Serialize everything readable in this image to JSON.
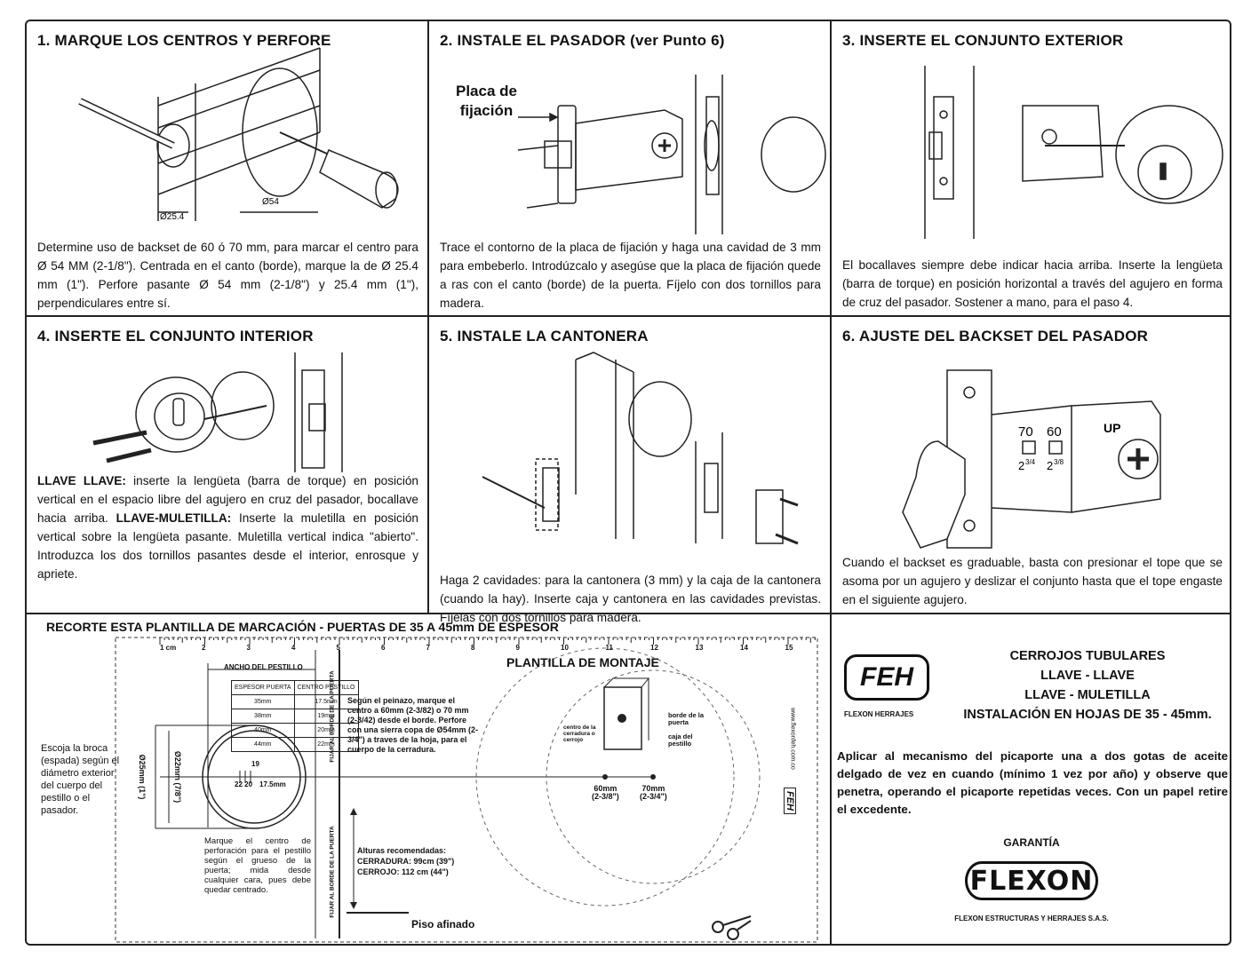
{
  "steps": [
    {
      "title": "1. MARQUE LOS CENTROS Y PERFORE",
      "text": "Determine uso de backset de 60 ó 70 mm, para marcar el centro para Ø 54 MM (2-1/8\"). Centrada en el canto (borde), marque la de Ø 25.4 mm (1\"). Perfore pasante Ø 54 mm (2-1/8\") y 25.4 mm (1\"), perpendiculares entre sí.",
      "dim_small": "Ø25.4",
      "dim_large": "Ø54"
    },
    {
      "title": "2. INSTALE EL PASADOR (ver Punto 6)",
      "text": "Trace el contorno de la placa de fijación y haga una cavidad de 3 mm para embeberlo. Introdúzcalo y asegúse que la placa de fijación quede a ras con el canto (borde) de la puerta. Fíjelo con dos tornillos para madera.",
      "callout_line1": "Placa de",
      "callout_line2": "fijación"
    },
    {
      "title": "3. INSERTE EL CONJUNTO EXTERIOR",
      "text": "El bocallaves siempre debe indicar hacia arriba. Inserte la lengüeta (barra de torque) en posición horizontal a través del agujero en forma de cruz del pasador. Sostener a mano, para el paso 4."
    },
    {
      "title": "4. INSERTE EL CONJUNTO INTERIOR",
      "text_lead1": "LLAVE LLAVE:",
      "text_part1": " inserte la lengüeta (barra de torque) en posición vertical en el espacio libre del agujero en cruz del pasador, bocallave hacia arriba. ",
      "text_lead2": "LLAVE-MULETILLA:",
      "text_part2": " Inserte la muletilla en posición vertical sobre la lengüeta pasante. Muletilla vertical indica \"abierto\". Introduzca los dos tornillos pasantes desde el interior, enrosque y apriete."
    },
    {
      "title": "5. INSTALE LA CANTONERA",
      "text": "Haga 2 cavidades: para la cantonera (3 mm) y la caja de la cantonera (cuando la hay). Inserte caja y cantonera en las cavidades previstas. Fíjelas con dos tornillos para madera."
    },
    {
      "title": "6. AJUSTE DEL BACKSET DEL PASADOR",
      "text": "Cuando el backset es graduable, basta con presionar el tope que se asoma por un agujero y deslizar el conjunto hasta que el tope engaste en el siguiente agujero.",
      "up_label": "UP",
      "n70": "70",
      "n60": "60",
      "f1": "2",
      "f1s": "3/4",
      "f2": "2",
      "f2s": "3/8"
    }
  ],
  "template": {
    "header": "RECORTE ESTA PLANTILLA DE MARCACIÓN - PUERTAS DE 35 A 45mm DE ESPESOR",
    "ruler_first": "1 cm",
    "ruler_numbers": [
      "2",
      "3",
      "4",
      "5",
      "6",
      "7",
      "8",
      "9",
      "10",
      "11",
      "12",
      "13",
      "14",
      "15"
    ],
    "title": "PLANTILLA DE MONTAJE",
    "ancho_label": "ANCHO DEL PESTILLO",
    "table_headers": [
      "ESPESOR PUERTA",
      "CENTRO PESTILLO"
    ],
    "table_rows": [
      [
        "35mm",
        "17.5mm"
      ],
      [
        "38mm",
        "19mm"
      ],
      [
        "40mm",
        "20mm"
      ],
      [
        "44mm",
        "22mm"
      ]
    ],
    "side_note": "Escoja la broca (espada) según el diámetro exterior del cuerpo del pestillo o el pasador.",
    "dia_outer": "Ø25mm (1\")",
    "dia_inner": "Ø22mm (7/8\")",
    "center_top": "19",
    "center_bottom_a": "22 20",
    "center_bottom_b": "17.5mm",
    "marque_note": "Marque el centro de perforación para el pestillo según el grueso de la puerta; mida desde cualquier cara, pues debe quedar centrado.",
    "vertical_label": "FIJAR AL BORDE DE LA PUERTA",
    "instruction": "Según el peinazo, marque el centro a 60mm (2-3/82) o 70 mm (2-3/42) desde el borde. Perfore con una sierra copa de Ø54mm (2-3/4\") a traves de la hoja, para el cuerpo de la cerradura.",
    "alturas_title": "Alturas recomendadas:",
    "alturas_1": "CERRADURA: 99cm (39\")",
    "alturas_2": "CERROJO: 112 cm (44\")",
    "piso": "Piso afinado",
    "m60": "60mm",
    "m60b": "(2-3/8\")",
    "m70": "70mm",
    "m70b": "(2-3/4\")",
    "centro_label": "centro de la cerradura o cerrojo",
    "borde_label": "borde de la puerta",
    "caja_label": "caja del pestillo",
    "website": "www.flexonfeh.com.co",
    "feh_small": "FEH"
  },
  "brand": {
    "logo": "FEH",
    "logo_sub": "FLEXON HERRAJES",
    "product_lines": [
      "CERROJOS TUBULARES",
      "LLAVE - LLAVE",
      "LLAVE - MULETILLA",
      "INSTALACIÓN EN HOJAS DE 35 - 45mm."
    ],
    "maintenance": "Aplicar al mecanismo del picaporte una a dos gotas de aceite delgado de vez en cuando (mínimo 1 vez por año) y observe que penetra, operando el picaporte repetidas veces. Con un papel retire el excedente.",
    "warranty": "GARANTÍA",
    "flexon": "FLEXON",
    "company": "FLEXON ESTRUCTURAS Y HERRAJES S.A.S."
  }
}
